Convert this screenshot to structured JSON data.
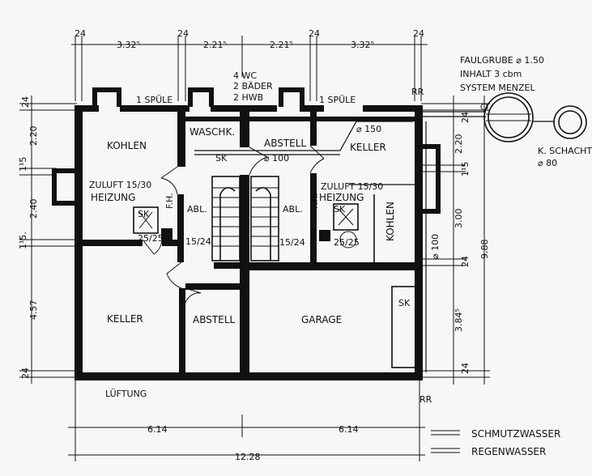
{
  "rooms": {
    "kohlen_left": "KOHLEN",
    "waschk": "WASCHK.",
    "abstell_top": "ABSTELL",
    "keller_top": "KELLER",
    "heizung_left": "HEIZUNG",
    "heizung_right": "HEIZUNG",
    "kohlen_right": "KOHLEN",
    "keller_bottom": "KELLER",
    "abstell_bottom": "ABSTELL",
    "garage": "GARAGE"
  },
  "annotations": {
    "spuele_left": "1 SPÜLE",
    "spuele_right": "1 SPÜLE",
    "fixtures_1": "4 WC",
    "fixtures_2": "2 BÄDER",
    "fixtures_3": "2 HWB",
    "zuluft_left": "ZULUFT 15/30",
    "zuluft_right": "ZULUFT 15/30",
    "sk_waschk": "SK",
    "sk_left": "SK",
    "sk_right": "SK",
    "sk_garage": "SK",
    "flue_left": "25/25",
    "flue_right": "25/25",
    "abl_left_1": "ABL.",
    "abl_left_2": "15/24",
    "abl_right_1": "ABL.",
    "abl_right_2": "15/24",
    "fh_left": "F.H.",
    "fh_right": "F.H.",
    "pipe_100_top": "⌀ 100",
    "pipe_150": "⌀ 150",
    "pipe_100_right": "⌀ 100",
    "luftung": "LÜFTUNG",
    "rr_top": "RR",
    "rr_bottom": "RR",
    "faulgrube_1": "FAULGRUBE ⌀ 1.50",
    "faulgrube_2": "INHALT   3 cbm",
    "faulgrube_3": "SYSTEM  MENZEL",
    "kschacht_1": "K. SCHACHT",
    "kschacht_2": "⌀ 80"
  },
  "dimensions": {
    "top": [
      "24",
      "3.32⁵",
      "24",
      "2.21⁵",
      "2.21⁵",
      "24",
      "3.32⁵",
      "24"
    ],
    "left": [
      "24",
      "2.20",
      "1¹5",
      "2.40",
      "1¹5.",
      "4.57",
      "24"
    ],
    "right": [
      "24",
      "2.20",
      "1¹5",
      "3.00",
      "24",
      "3.84⁵",
      "24",
      "9.88"
    ],
    "bottom": [
      "6.14",
      "6.14",
      "12.28"
    ]
  },
  "legend": {
    "schmutzwasser": "SCHMUTZWASSER",
    "regenwasser": "REGENWASSER"
  }
}
